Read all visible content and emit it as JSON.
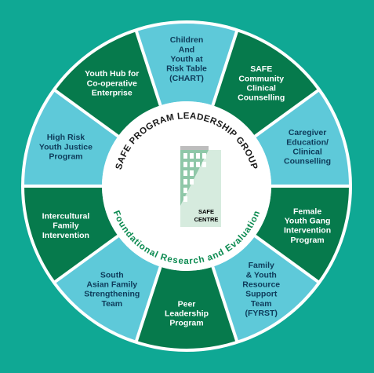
{
  "colors": {
    "background": "#0fa894",
    "dark_segment": "#067a4c",
    "light_segment": "#5ec9d9",
    "divider": "#ffffff",
    "center": "#ffffff",
    "leadership_text": "#1a1a1a",
    "research_text": "#0b8a50",
    "building_dark": "#8fc7a8",
    "building_light": "#d6ebde",
    "window": "#ffffff"
  },
  "center": {
    "leadership_label": "SAFE PROGRAM LEADERSHIP GROUP",
    "research_label": "Foundational Research and Evaluation",
    "building_label_1": "SAFE",
    "building_label_2": "CENTRE",
    "building_icon": "building-icon"
  },
  "segments": [
    {
      "id": "chart",
      "shade": "light",
      "lines": [
        "Children",
        "And",
        "Youth at",
        "Risk Table",
        "(CHART)"
      ]
    },
    {
      "id": "community-counselling",
      "shade": "dark",
      "lines": [
        "SAFE",
        "Community",
        "Clinical",
        "Counselling"
      ]
    },
    {
      "id": "caregiver",
      "shade": "light",
      "lines": [
        "Caregiver",
        "Education/",
        "Clinical",
        "Counselling"
      ]
    },
    {
      "id": "female-gang",
      "shade": "dark",
      "lines": [
        "Female",
        "Youth Gang",
        "Intervention",
        "Program"
      ]
    },
    {
      "id": "fyrst",
      "shade": "light",
      "lines": [
        "Family",
        "& Youth",
        "Resource",
        "Support",
        "Team",
        "(FYRST)"
      ]
    },
    {
      "id": "peer-leadership",
      "shade": "dark",
      "lines": [
        "Peer",
        "Leadership",
        "Program"
      ]
    },
    {
      "id": "south-asian",
      "shade": "light",
      "lines": [
        "South",
        "Asian Family",
        "Strengthening",
        "Team"
      ]
    },
    {
      "id": "intercultural",
      "shade": "dark",
      "lines": [
        "Intercultural",
        "Family",
        "Intervention"
      ]
    },
    {
      "id": "high-risk",
      "shade": "light",
      "lines": [
        "High Risk",
        "Youth Justice",
        "Program"
      ]
    },
    {
      "id": "youth-hub",
      "shade": "dark",
      "lines": [
        "Youth Hub for",
        "Co-operative",
        "Enterprise"
      ]
    }
  ]
}
